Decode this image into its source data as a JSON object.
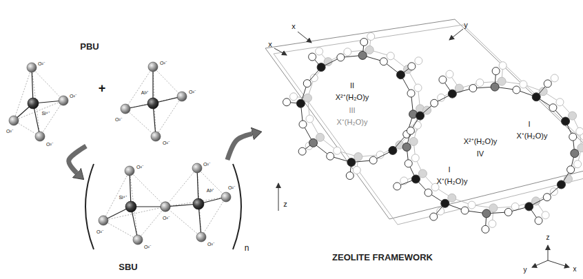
{
  "diagram": {
    "nodes": [
      {
        "text": [
          "PBU"
        ]
      },
      {
        "text": [
          "SBU"
        ]
      },
      {
        "text": [
          "ZEOLITE FRAMEWORK"
        ]
      }
    ],
    "edges": [
      {
        "from": 0,
        "to": 1,
        "arrow": "to"
      },
      {
        "from": 1,
        "to": 2,
        "arrow": "to"
      }
    ],
    "labels": [
      "+",
      "O²⁻",
      "O²⁻",
      "O²⁻",
      "O²⁻",
      "Si⁴⁺",
      "O²⁻",
      "O²⁻",
      "O²⁻",
      "O²⁻",
      "Al³⁺",
      "O²⁻",
      "O²⁻",
      "O²⁻",
      "Si⁴⁺",
      "O²⁻",
      "Al³⁺",
      "O²⁻",
      "O²⁻",
      "O²⁻",
      "n",
      "x",
      "y",
      "x",
      "z",
      "II",
      "X²⁺(H₂O)y",
      "III",
      "X⁺(H₂O)y",
      "X²⁺(H₂O)y",
      "IV",
      "I",
      "X⁺(H₂O)y",
      "I",
      "X⁺(H₂O)y",
      "z",
      "y",
      "x"
    ]
  }
}
